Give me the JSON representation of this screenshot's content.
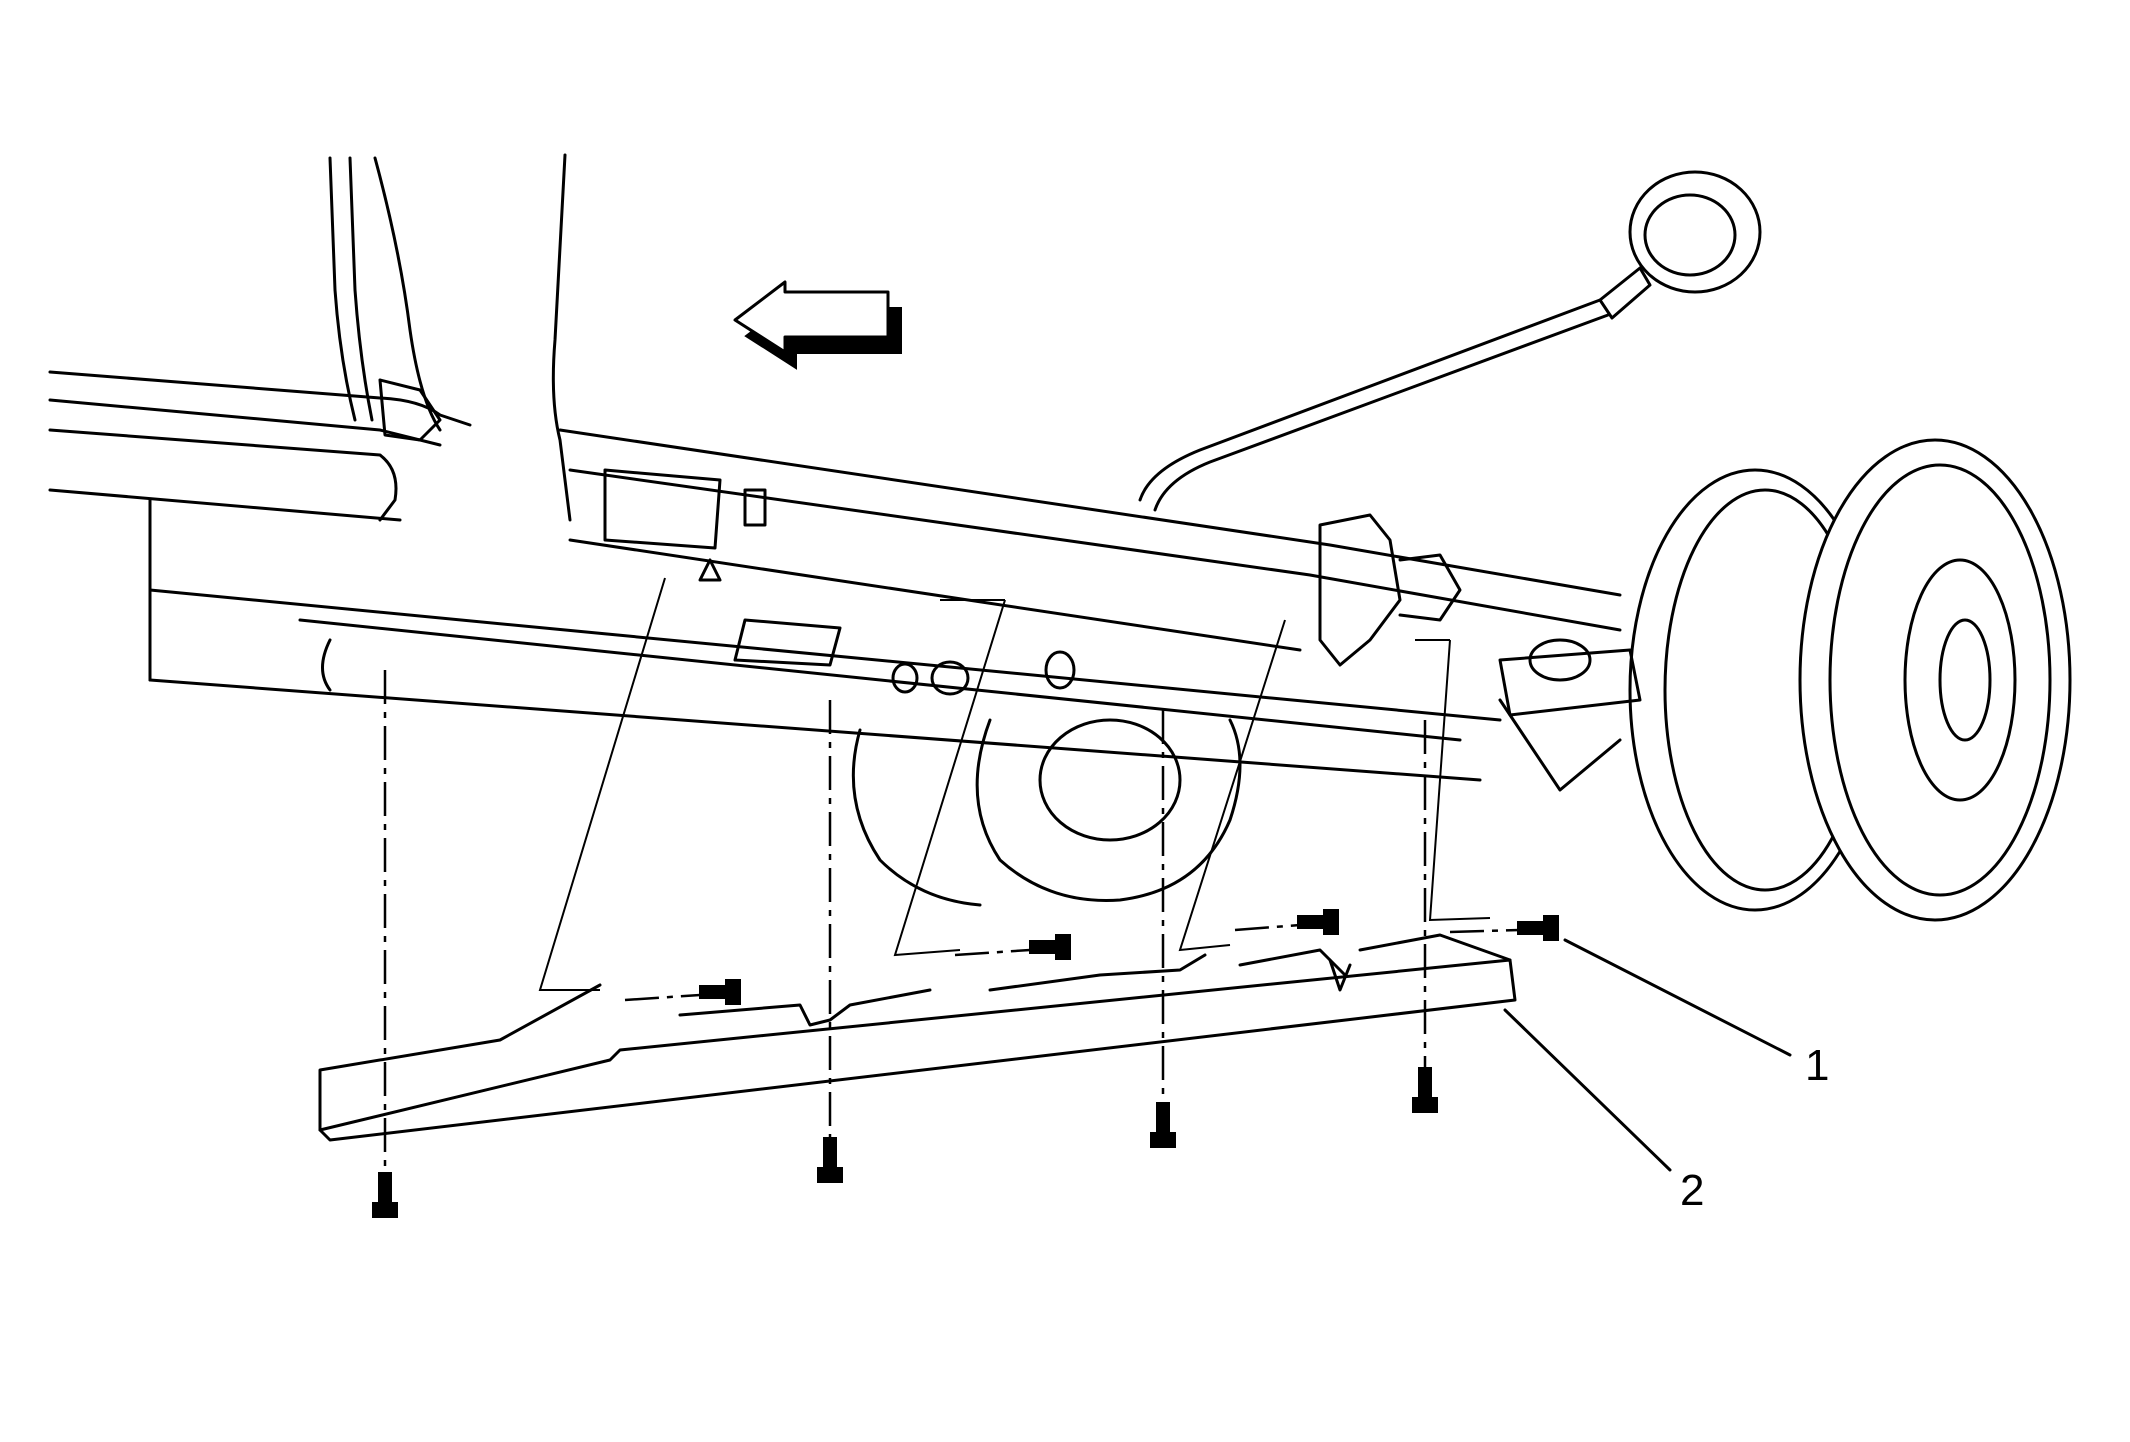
{
  "diagram": {
    "callouts": [
      {
        "id": "1",
        "label": "1"
      },
      {
        "id": "2",
        "label": "2"
      }
    ],
    "direction_arrow": "arrow-left-icon",
    "bolt_count_vertical": 4,
    "bolt_count_horizontal": 4
  }
}
